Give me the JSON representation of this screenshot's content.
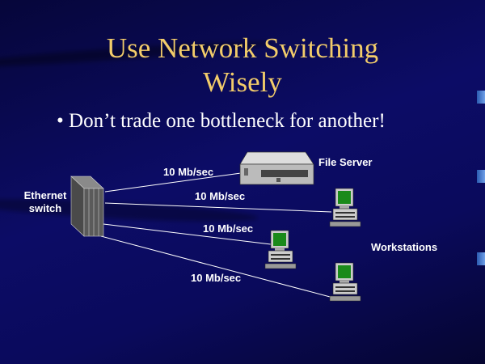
{
  "slide": {
    "title_line1": "Use Network Switching",
    "title_line2": "Wisely",
    "bullet": "Don’t trade one bottleneck for another!"
  },
  "diagram": {
    "switch_label_line1": "Ethernet",
    "switch_label_line2": "switch",
    "server_label": "File Server",
    "workstations_label": "Workstations",
    "links": [
      "10 Mb/sec",
      "10 Mb/sec",
      "10 Mb/sec",
      "10 Mb/sec"
    ]
  },
  "colors": {
    "title": "#f2cc6a",
    "background": "#0a0a5c",
    "screen": "#1a8a1a"
  }
}
